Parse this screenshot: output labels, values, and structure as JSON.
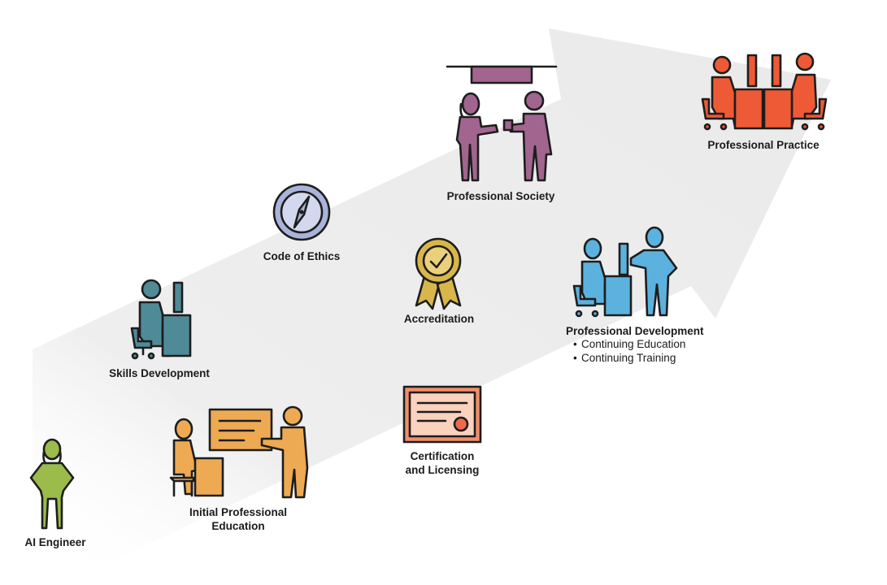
{
  "nodes": {
    "ai_engineer": "AI Engineer",
    "initial_education_line1": "Initial Professional",
    "initial_education_line2": "Education",
    "skills_development": "Skills Development",
    "code_of_ethics": "Code of Ethics",
    "accreditation": "Accreditation",
    "certification_line1": "Certification",
    "certification_line2": "and Licensing",
    "professional_society": "Professional Society",
    "professional_development": "Professional Development",
    "professional_development_items": [
      "Continuing Education",
      "Continuing Training"
    ],
    "professional_practice": "Professional Practice"
  },
  "colors": {
    "arrow": "#eeeeee",
    "ai_engineer": "#9bbb4a",
    "education": "#eeaa52",
    "skills": "#4f8a97",
    "ethics": "#aab3d9",
    "accreditation": "#d8b64a",
    "certification": "#ef8f6a",
    "society": "#a2658f",
    "development": "#5bb2de",
    "practice": "#ee5a35"
  },
  "icons": [
    "person-standing-icon",
    "teacher-whiteboard-icon",
    "desk-worker-icon",
    "compass-icon",
    "award-ribbon-icon",
    "certificate-icon",
    "graduation-handshake-icon",
    "coworkers-monitor-icon",
    "two-desks-icon"
  ]
}
